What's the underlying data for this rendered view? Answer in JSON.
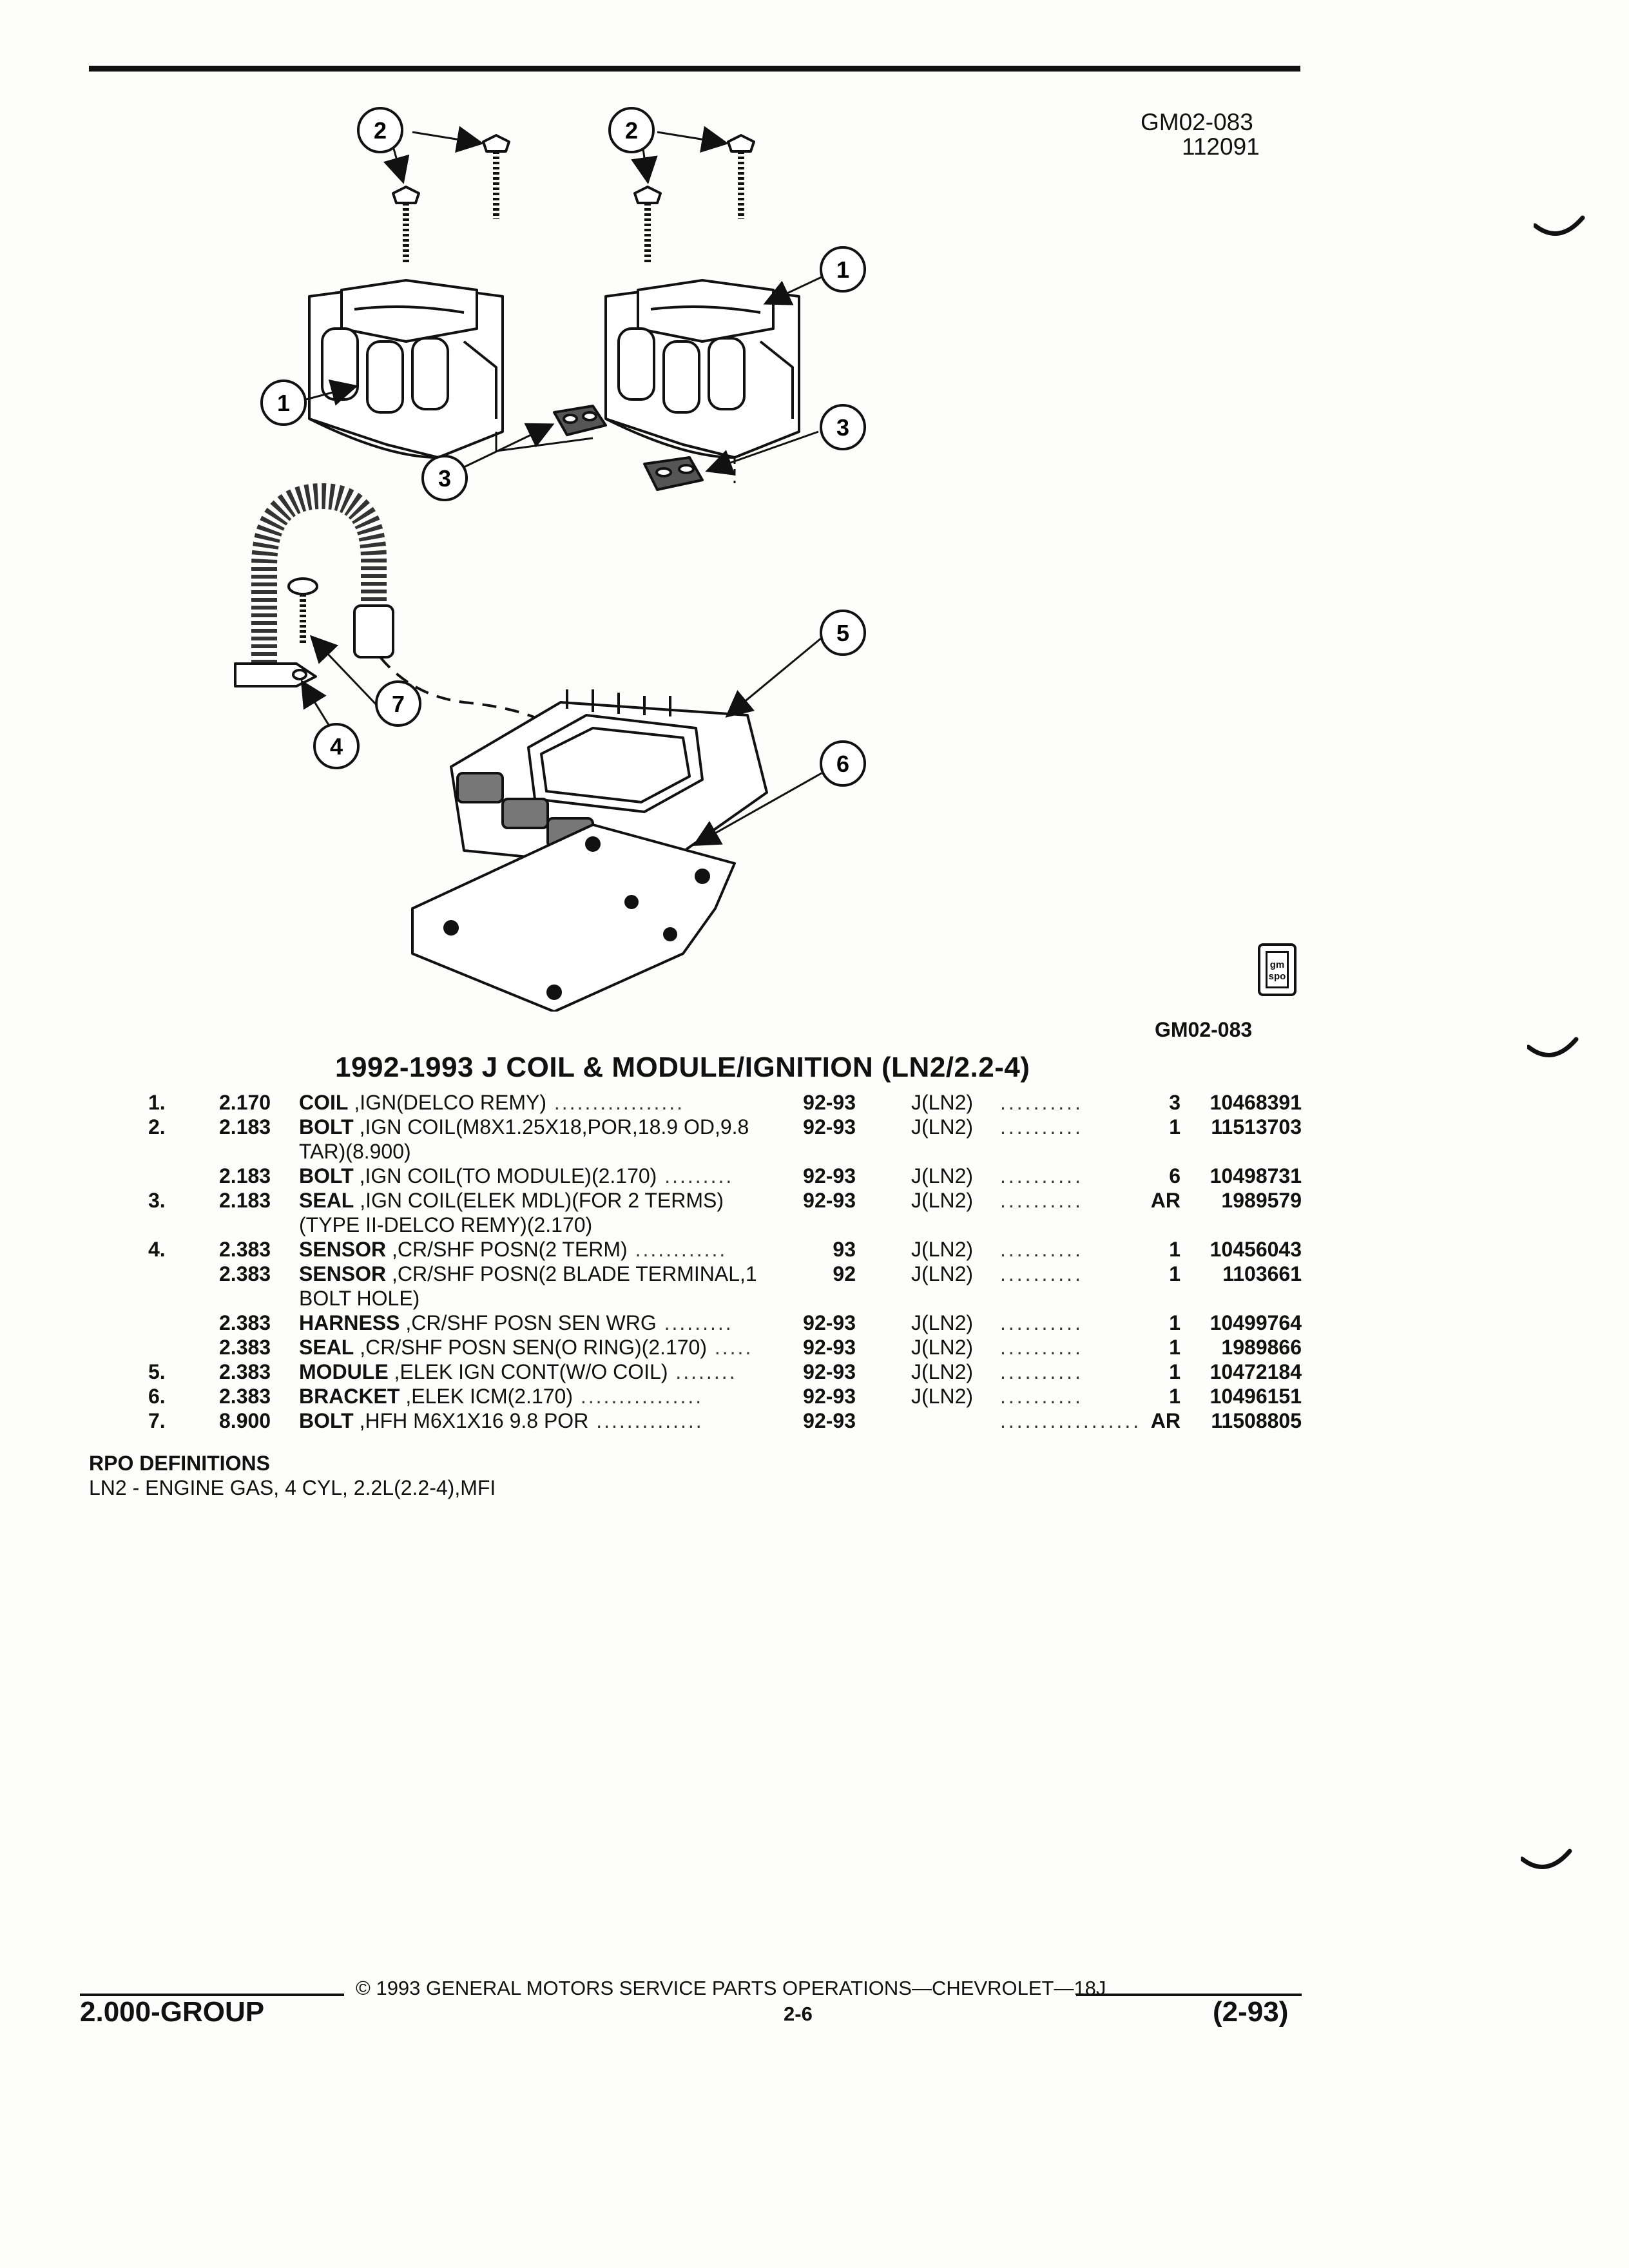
{
  "header": {
    "ref_code": "GM02-083",
    "ref_date": "112091",
    "figure_code": "GM02-083"
  },
  "logo": {
    "text": "gm spo"
  },
  "diagram": {
    "callouts": [
      {
        "label": "1"
      },
      {
        "label": "1"
      },
      {
        "label": "2"
      },
      {
        "label": "2"
      },
      {
        "label": "3"
      },
      {
        "label": "3"
      },
      {
        "label": "4"
      },
      {
        "label": "5"
      },
      {
        "label": "6"
      },
      {
        "label": "7"
      }
    ]
  },
  "section_title": "1992-1993 J COIL & MODULE/IGNITION (LN2/2.2-4)",
  "parts": [
    {
      "item": "1.",
      "group": "2.170",
      "name": "COIL",
      "desc": " ,IGN(DELCO REMY)",
      "leader": " .................",
      "years": "92-93",
      "model": "J(LN2)",
      "dots": "..........",
      "qty": "3",
      "part": "10468391"
    },
    {
      "item": "2.",
      "group": "2.183",
      "name": "BOLT",
      "desc": " ,IGN COIL(M8X1.25X18,POR,18.9 OD,9.8",
      "leader": "",
      "years": "92-93",
      "model": "J(LN2)",
      "dots": "..........",
      "qty": "1",
      "part": "11513703"
    },
    {
      "item": "",
      "group": "",
      "name": "",
      "desc": "TAR)(8.900)",
      "leader": "",
      "years": "",
      "model": "",
      "dots": "",
      "qty": "",
      "part": ""
    },
    {
      "item": "",
      "group": "2.183",
      "name": "BOLT",
      "desc": " ,IGN COIL(TO MODULE)(2.170)",
      "leader": " .........",
      "years": "92-93",
      "model": "J(LN2)",
      "dots": "..........",
      "qty": "6",
      "part": "10498731"
    },
    {
      "item": "3.",
      "group": "2.183",
      "name": "SEAL",
      "desc": " ,IGN COIL(ELEK MDL)(FOR 2 TERMS)",
      "leader": "",
      "years": "92-93",
      "model": "J(LN2)",
      "dots": "..........",
      "qty": "AR",
      "part": "1989579"
    },
    {
      "item": "",
      "group": "",
      "name": "",
      "desc": "(TYPE II-DELCO REMY)(2.170)",
      "leader": "",
      "years": "",
      "model": "",
      "dots": "",
      "qty": "",
      "part": ""
    },
    {
      "item": "4.",
      "group": "2.383",
      "name": "SENSOR",
      "desc": " ,CR/SHF POSN(2 TERM)",
      "leader": " ............",
      "years": "93",
      "model": "J(LN2)",
      "dots": "..........",
      "qty": "1",
      "part": "10456043"
    },
    {
      "item": "",
      "group": "2.383",
      "name": "SENSOR",
      "desc": " ,CR/SHF POSN(2 BLADE TERMINAL,1",
      "leader": "",
      "years": "92",
      "model": "J(LN2)",
      "dots": "..........",
      "qty": "1",
      "part": "1103661"
    },
    {
      "item": "",
      "group": "",
      "name": "",
      "desc": "BOLT HOLE)",
      "leader": "",
      "years": "",
      "model": "",
      "dots": "",
      "qty": "",
      "part": ""
    },
    {
      "item": "",
      "group": "2.383",
      "name": "HARNESS",
      "desc": " ,CR/SHF POSN SEN WRG",
      "leader": " .........",
      "years": "92-93",
      "model": "J(LN2)",
      "dots": "..........",
      "qty": "1",
      "part": "10499764"
    },
    {
      "item": "",
      "group": "2.383",
      "name": "SEAL",
      "desc": " ,CR/SHF POSN SEN(O RING)(2.170)",
      "leader": " .....",
      "years": "92-93",
      "model": "J(LN2)",
      "dots": "..........",
      "qty": "1",
      "part": "1989866"
    },
    {
      "item": "5.",
      "group": "2.383",
      "name": "MODULE",
      "desc": " ,ELEK IGN CONT(W/O COIL)",
      "leader": " ........",
      "years": "92-93",
      "model": "J(LN2)",
      "dots": "..........",
      "qty": "1",
      "part": "10472184"
    },
    {
      "item": "6.",
      "group": "2.383",
      "name": "BRACKET",
      "desc": " ,ELEK ICM(2.170)",
      "leader": " ................",
      "years": "92-93",
      "model": "J(LN2)",
      "dots": "..........",
      "qty": "1",
      "part": "10496151"
    },
    {
      "item": "7.",
      "group": "8.900",
      "name": "BOLT",
      "desc": " ,HFH M6X1X16 9.8 POR",
      "leader": " ..............",
      "years": "92-93",
      "model": "",
      "dots": ".................",
      "qty": "AR",
      "part": "11508805"
    }
  ],
  "rpo": {
    "heading": "RPO DEFINITIONS",
    "text": "LN2 - ENGINE GAS, 4 CYL, 2.2L(2.2-4),MFI"
  },
  "footer": {
    "copyright": "© 1993 GENERAL MOTORS SERVICE PARTS OPERATIONS—CHEVROLET—18J",
    "group": "2.000-GROUP",
    "page": "2-6",
    "revision": "(2-93)"
  }
}
